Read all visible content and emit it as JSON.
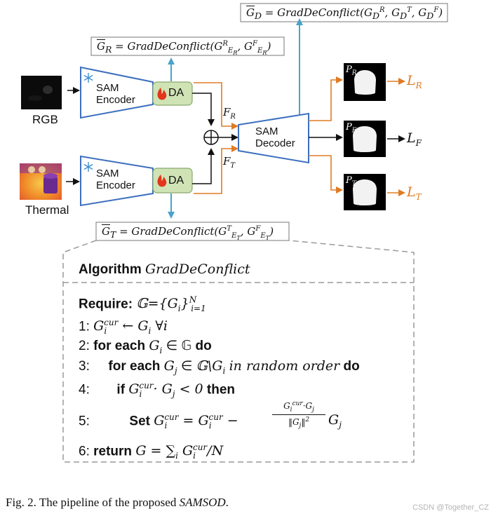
{
  "formulas": {
    "top_d": "Ḡ_D = GradDeConflict(G_D^R, G_D^T, G_D^F)",
    "top_r": "Ḡ_R = GradDeConflict(G_{E_R}^R, G_{E_R}^F)",
    "bottom_t": "Ḡ_T = GradDeConflict(G_{E_T}^T, G_{E_T}^F)"
  },
  "inputs": {
    "rgb_label": "RGB",
    "thermal_label": "Thermal"
  },
  "encoders": {
    "rgb": {
      "line1": "SAM",
      "line2": "Encoder"
    },
    "thermal": {
      "line1": "SAM",
      "line2": "Encoder"
    }
  },
  "adapters": {
    "rgb": "DA",
    "thermal": "DA"
  },
  "features": {
    "rgb": "F_R",
    "thermal": "F_T"
  },
  "decoder": {
    "line1": "SAM",
    "line2": "Decoder"
  },
  "outputs": {
    "pred_r": "P_R",
    "pred_f": "P_F",
    "pred_t": "P_T",
    "loss_r": "L_R",
    "loss_f": "L_F",
    "loss_t": "L_T"
  },
  "algorithm": {
    "title_bold": "Algorithm",
    "title_name": "GradDeConflict",
    "require": "Require:",
    "line1_num": "1:",
    "line2_num": "2:",
    "line2_kw": "for each",
    "line2_do": "do",
    "line3_num": "3:",
    "line3_kw": "for each",
    "line3_text": "in random order",
    "line3_do": "do",
    "line4_num": "4:",
    "line4_kw": "if",
    "line4_then": "then",
    "line5_num": "5:",
    "line5_kw": "Set",
    "line6_num": "6:",
    "line6_kw": "return"
  },
  "caption": {
    "prefix": "Fig. 2.  The pipeline of the proposed ",
    "name": "SAMSOD",
    "suffix": "."
  },
  "watermark": "CSDN @Together_CZ",
  "colors": {
    "encoder_fill": "#ffffff",
    "encoder_stroke": "#3d6fbf",
    "adapter_fill": "#cfe3b4",
    "adapter_stroke": "#8aa86e",
    "orange": "#e07b23",
    "teal": "#4aa3c8",
    "dashed": "#9a9a9a"
  },
  "icons": {
    "frozen": "snowflake-icon",
    "trainable": "flame-icon",
    "fusion": "circled-plus-icon"
  }
}
